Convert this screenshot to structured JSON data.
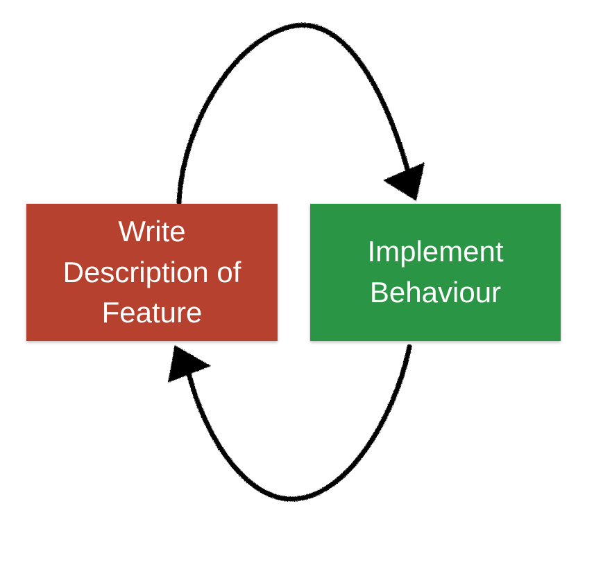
{
  "boxes": {
    "write": {
      "lines": [
        "Write",
        "Description of",
        "Feature"
      ],
      "color": "#b5412e"
    },
    "implement": {
      "lines": [
        "Implement",
        "Behaviour"
      ],
      "color": "#2a9645"
    }
  },
  "arrows": {
    "color": "#000000",
    "top_direction": "left-to-right",
    "bottom_direction": "right-to-left"
  }
}
